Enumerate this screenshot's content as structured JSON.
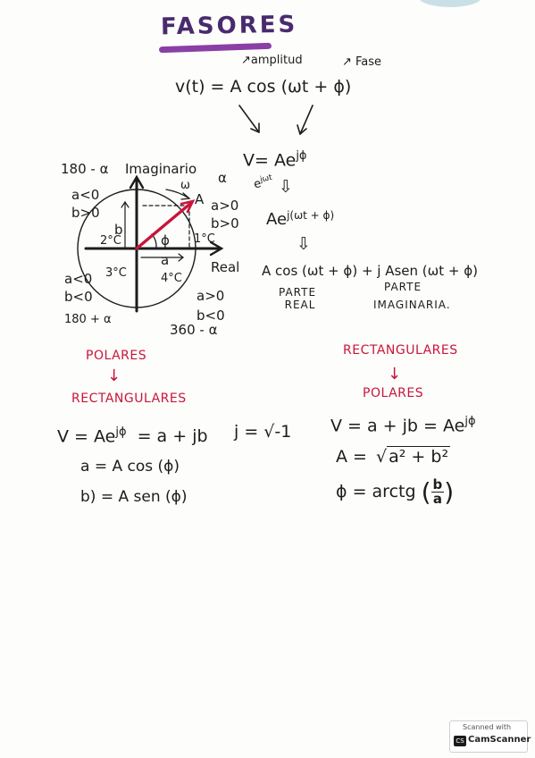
{
  "title": "FASORES",
  "main_equation": {
    "lhs": "v(t) = A cos (ωt + ϕ)",
    "amplitude_label": "↗amplitud",
    "phase_label": "↗ Fase"
  },
  "phasor": {
    "exp_form": "V= Ae",
    "exp_power": "jϕ",
    "ejwt": "e",
    "ejwt_power": "jωt",
    "time_form": "Ae",
    "time_power": "j(ωt + ϕ)",
    "euler_form": "A cos (ωt + ϕ) + j Asen (ωt + ϕ)",
    "real_part": [
      "PARTE",
      "REAL"
    ],
    "imag_part": [
      "PARTE",
      "IMAGINARIA."
    ],
    "down_arrow": "⇩"
  },
  "diagram": {
    "axis_imag": "Imaginario",
    "axis_real": "Real",
    "angle_top_left": "180 - α",
    "angle_bottom_left": "180 + α",
    "angle_bottom_right": "360 - α",
    "alpha": "α",
    "omega": "ω",
    "vertex": "A",
    "q1": "1°C",
    "q2": "2°C",
    "q3": "3°C",
    "q4": "4°C",
    "phi": "ϕ",
    "len_a": "a",
    "len_b": "b",
    "q1_conditions": [
      "a>0",
      "b>0"
    ],
    "q2_conditions": [
      "a<0",
      "b>0"
    ],
    "q3_conditions": [
      "a<0",
      "b<0"
    ],
    "q4_conditions": [
      "a>0",
      "b<0"
    ]
  },
  "left_conversion": {
    "from": "POLARES",
    "arrow": "↓",
    "to": "RECTANGULARES",
    "eq1_lhs": "V = Ae",
    "eq1_power": "jϕ",
    "eq1_rhs": "= a + jb",
    "eq2": "a = A cos (ϕ)",
    "eq3": "b) = A sen (ϕ)"
  },
  "middle": {
    "j_def": "j = √-1"
  },
  "right_conversion": {
    "from": "RECTANGULARES",
    "arrow": "↓",
    "to": "POLARES",
    "eq1": "V = a + jb = Ae",
    "eq1_power": "jϕ",
    "eq2_lhs": "A =",
    "eq2_rad": "a² + b²",
    "eq3_lhs": "ϕ = arctg",
    "eq3_num": "b",
    "eq3_den": "a"
  },
  "watermark": {
    "line1": "Scanned with",
    "line2": "CamScanner",
    "icon_text": "CS"
  },
  "colors": {
    "ink": "#1c1c1c",
    "accent_red": "#c8163a",
    "title_purple": "#4a2a6e",
    "underline_purple": "#8a3fa6"
  }
}
